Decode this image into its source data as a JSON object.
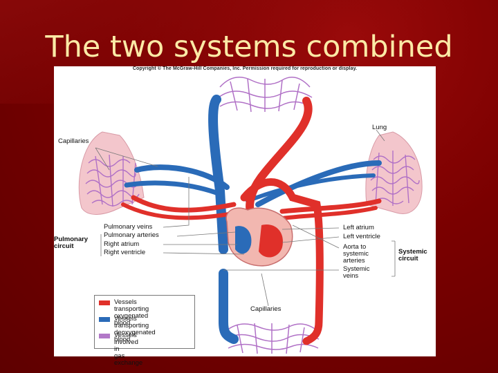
{
  "slide": {
    "title": "The two systems combined"
  },
  "figure": {
    "copyright": "Copyright © The McGraw-Hill Companies, Inc. Permission required for reproduction or display.",
    "labels": {
      "lung": "Lung",
      "capillaries_top": "Capillaries",
      "capillaries_bottom": "Capillaries",
      "pulmonary_circuit": "Pulmonary\ncircuit",
      "systemic_circuit": "Systemic\ncircuit",
      "pulmonary_veins": "Pulmonary veins",
      "pulmonary_arteries": "Pulmonary arteries",
      "right_atrium": "Right atrium",
      "right_ventricle": "Right ventricle",
      "left_atrium": "Left atrium",
      "left_ventricle": "Left ventricle",
      "aorta": "Aorta to\nsystemic\narteries",
      "systemic_veins": "Systemic\nveins"
    },
    "legend": [
      {
        "text": "Vessels transporting\noxygenated blood",
        "color": "#e0302a"
      },
      {
        "text": "Vessels transporting\ndeoxygenated blood",
        "color": "#2a6bb8"
      },
      {
        "text": "Vessels involved in\ngas exchange",
        "color": "#b278c8"
      }
    ],
    "colors": {
      "oxygenated": "#e0302a",
      "deoxygenated": "#2a6bb8",
      "exchange": "#b278c8",
      "lung": "#f3c6cc"
    }
  }
}
